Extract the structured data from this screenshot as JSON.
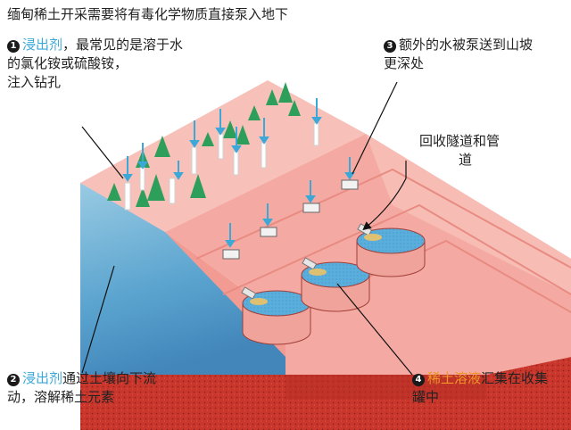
{
  "title": "缅甸稀土开采需要将有毒化学物质直接泵入地下",
  "annotations": {
    "a1": {
      "num": "1",
      "highlight": "浸出剂",
      "rest": "，最常见的是溶于水",
      "line2": "的氯化铵或硫酸铵，",
      "line3": "注入钻孔"
    },
    "a2": {
      "num": "2",
      "highlight": "浸出剂",
      "rest": "通过土壤向下流",
      "line2": "动，溶解稀土元素"
    },
    "a3": {
      "num": "3",
      "rest": "额外的水被泵送到山坡",
      "line2": "更深处"
    },
    "a4": {
      "num": "4",
      "highlight": "稀土溶液",
      "rest": "汇集在收集",
      "line2": "罐中"
    },
    "a5": {
      "line1": "回收隧道和管",
      "line2": "道"
    }
  },
  "colors": {
    "blue_highlight": "#3ba8d8",
    "orange_highlight": "#f0962a",
    "terrain": "#f4aaa2",
    "soil": "#c8362c",
    "water": "#5aaedc"
  }
}
